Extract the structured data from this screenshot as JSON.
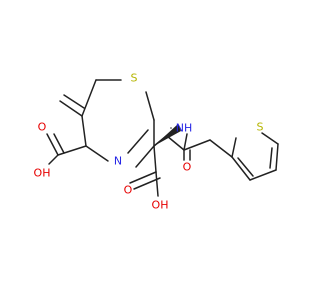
{
  "molecule": {
    "labels": {
      "s_ring": "S",
      "n_ring": "N",
      "o_ring_acid_carbonyl": "O",
      "oh_ring_acid": "OH",
      "nh_amide": "NH",
      "o_amide": "O",
      "o_alpha_acid_carbonyl": "O",
      "oh_alpha_acid": "OH",
      "s_thiophene": "S"
    },
    "colors": {
      "bond": "#222222",
      "sulfur": "#b5b500",
      "nitrogen": "#2626e6",
      "oxygen": "#e60000"
    }
  }
}
